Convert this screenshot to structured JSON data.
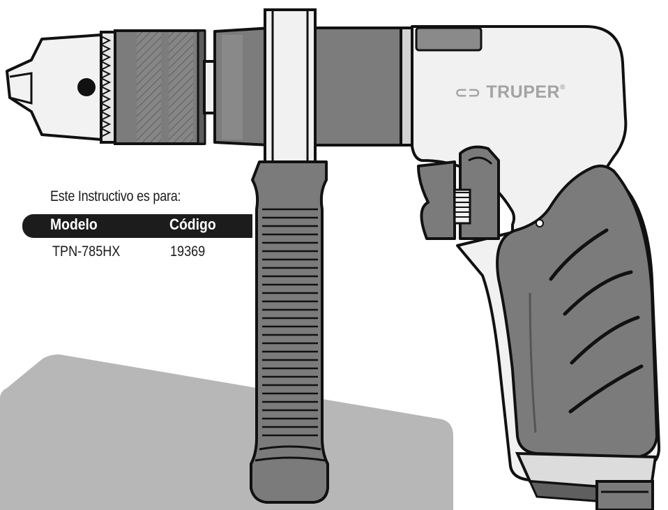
{
  "document": {
    "intro_text": "Este Instructivo es para:",
    "table": {
      "headers": [
        "Modelo",
        "Código"
      ],
      "rows": [
        [
          "TPN-785HX",
          "19369"
        ]
      ]
    }
  },
  "product_illustration": {
    "subject": "pneumatic drill",
    "brand_logo_text": "TRUPER",
    "brand_logo_mark": "®"
  },
  "colors": {
    "header_bar": "#1c1c1c",
    "grip_gray": "#7b7b7b",
    "body_light": "#f1f1f1",
    "background_panel": "#b7b7b7"
  }
}
